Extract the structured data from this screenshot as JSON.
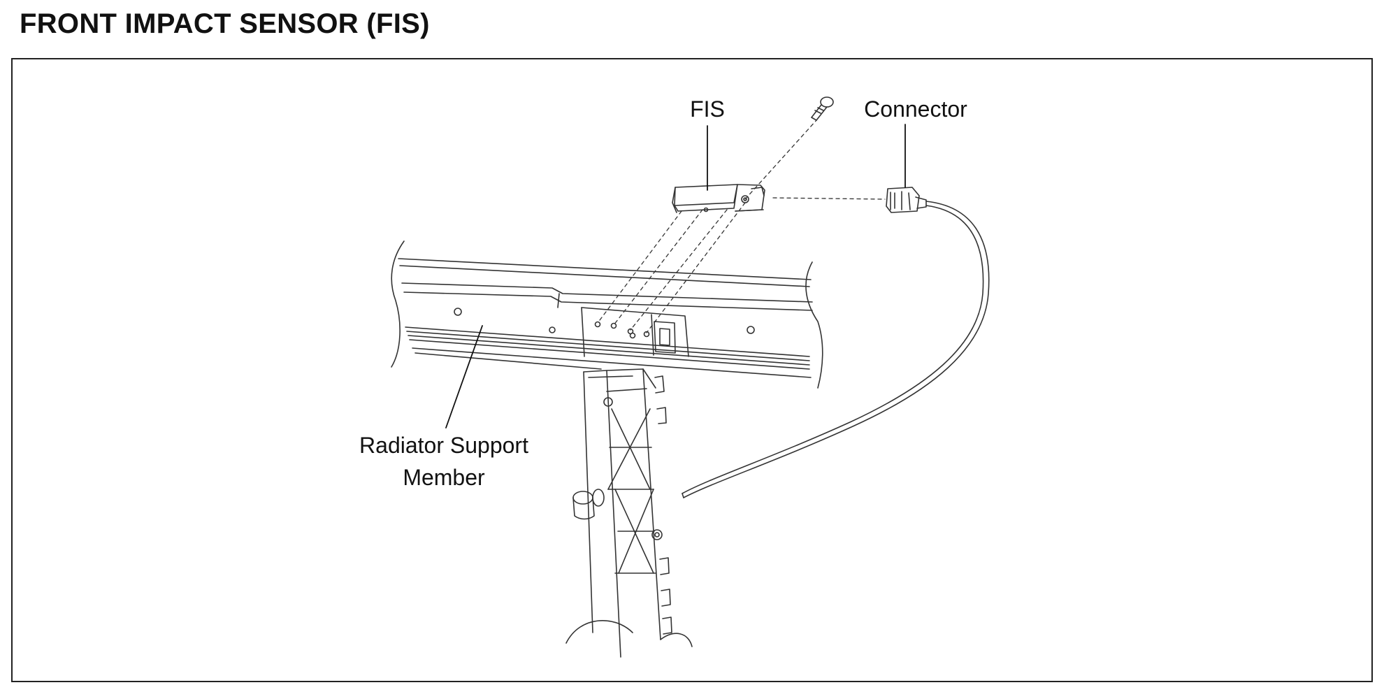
{
  "title": "FRONT IMPACT SENSOR (FIS)",
  "callouts": {
    "fis": "FIS",
    "connector": "Connector",
    "radiator_line1": "Radiator Support",
    "radiator_line2": "Member"
  }
}
